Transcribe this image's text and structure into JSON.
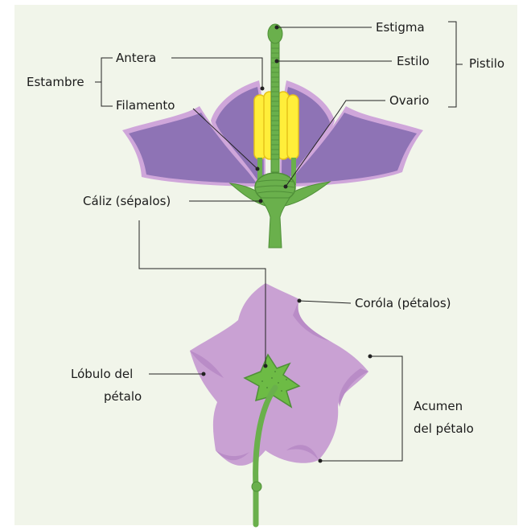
{
  "labels": {
    "estigma": "Estigma",
    "estilo": "Estilo",
    "ovario": "Ovario",
    "pistilo": "Pistilo",
    "antera": "Antera",
    "estambre": "Estambre",
    "filamento": "Filamento",
    "caliz": "Cáliz (sépalos)",
    "corola": "Coróla (pétalos)",
    "lobulo_l1": "Lóbulo del",
    "lobulo_l2": "pétalo",
    "acumen_l1": "Acumen",
    "acumen_l2": "del pétalo"
  },
  "colors": {
    "background": "#f1f5ea",
    "petal_side": "#8e73b5",
    "petal_edge": "#cfa6da",
    "anther": "#ffee3a",
    "stem": "#6ab04c",
    "corolla": "#c9a1d3",
    "corolla_dark": "#b98cc7",
    "sepal_star": "#6dbb45"
  }
}
